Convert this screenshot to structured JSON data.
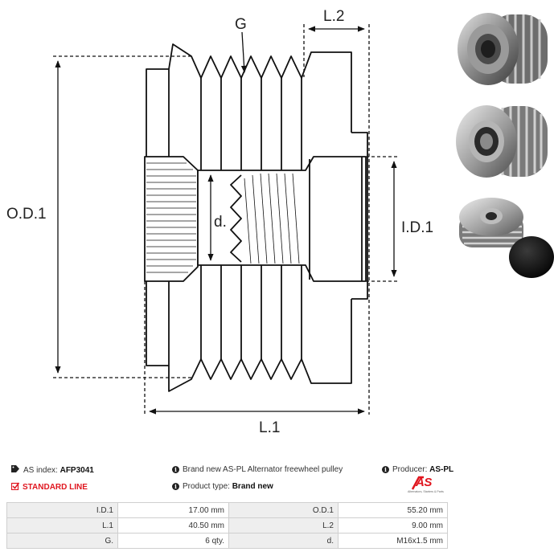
{
  "diagram": {
    "labels": {
      "g": "G",
      "l2": "L.2",
      "od1": "O.D.1",
      "id1": "I.D.1",
      "d": "d.",
      "l1": "L.1"
    }
  },
  "photos": [
    {
      "icon": "pulley-front-photo"
    },
    {
      "icon": "pulley-rear-photo"
    },
    {
      "icon": "pulley-side-with-cap-photo"
    }
  ],
  "info": {
    "as_index_label": "AS index:",
    "as_index_value": "AFP3041",
    "standard_line": "STANDARD LINE",
    "description": "Brand new AS-PL Alternator freewheel pulley",
    "product_type_label": "Product type:",
    "product_type_value": "Brand new",
    "producer_label": "Producer:",
    "producer_value": "AS-PL"
  },
  "logo": {
    "text": "AS",
    "tagline": "Alternators, Starters & Parts",
    "color": "#e0161f"
  },
  "specs": {
    "rows": [
      {
        "l1": "I.D.1",
        "v1": "17.00 mm",
        "l2": "O.D.1",
        "v2": "55.20 mm"
      },
      {
        "l1": "L.1",
        "v1": "40.50 mm",
        "l2": "L.2",
        "v2": "9.00 mm"
      },
      {
        "l1": "G.",
        "v1": "6 qty.",
        "l2": "d.",
        "v2": "M16x1.5 mm"
      }
    ]
  }
}
